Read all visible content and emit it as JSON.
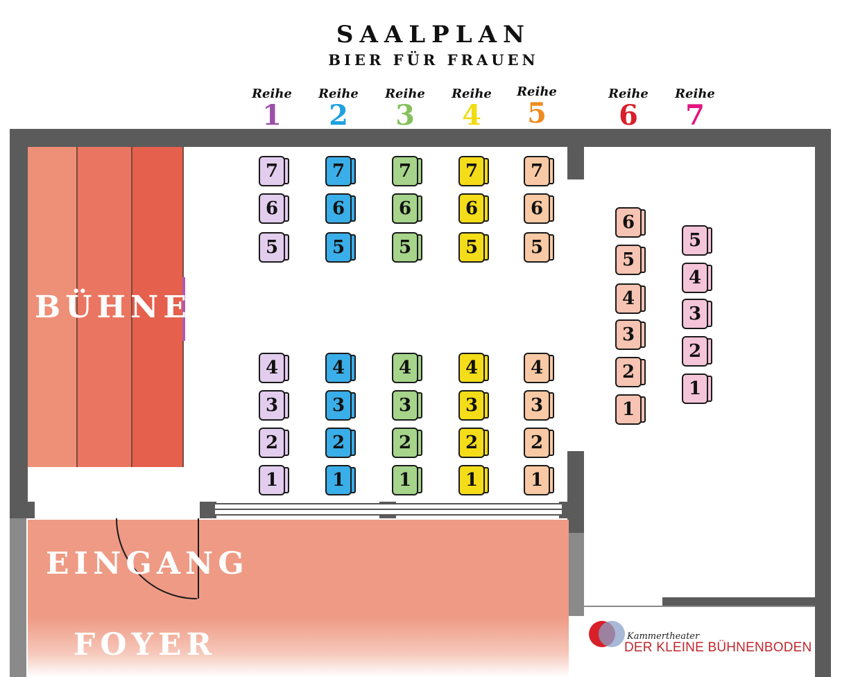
{
  "title": "SAALPLAN",
  "subtitle": "BIER FÜR FRAUEN",
  "row_word": "Reihe",
  "rows": [
    {
      "number": "1",
      "color": "#9b4fa8",
      "seat_fill": "#e3cdee",
      "seats": [
        "7",
        "6",
        "5",
        "4",
        "3",
        "2",
        "1"
      ]
    },
    {
      "number": "2",
      "color": "#1ea1e0",
      "seat_fill": "#3aaee8",
      "seats": [
        "7",
        "6",
        "5",
        "4",
        "3",
        "2",
        "1"
      ]
    },
    {
      "number": "3",
      "color": "#86c05e",
      "seat_fill": "#a6d48a",
      "seats": [
        "7",
        "6",
        "5",
        "4",
        "3",
        "2",
        "1"
      ]
    },
    {
      "number": "4",
      "color": "#f0dc12",
      "seat_fill": "#f4dc18",
      "seats": [
        "7",
        "6",
        "5",
        "4",
        "3",
        "2",
        "1"
      ]
    },
    {
      "number": "5",
      "color": "#f08a1e",
      "seat_fill": "#f8c9a4",
      "seats": [
        "7",
        "6",
        "5",
        "4",
        "3",
        "2",
        "1"
      ]
    },
    {
      "number": "6",
      "color": "#d8202a",
      "seat_fill": "#f7c3b2",
      "seats": [
        "6",
        "5",
        "4",
        "3",
        "2",
        "1"
      ]
    },
    {
      "number": "7",
      "color": "#e0157f",
      "seat_fill": "#f4c4d8",
      "seats": [
        "5",
        "4",
        "3",
        "2",
        "1"
      ]
    }
  ],
  "stage_label": "BÜHNE",
  "entrance_label": "EINGANG",
  "foyer_label": "FOYER",
  "logo": {
    "subtitle": "Kammertheater",
    "name": "DER KLEINE BÜHNENBODEN",
    "colors": [
      "#d8202a",
      "#8aa2c8"
    ]
  },
  "colors": {
    "wall": "#5b5b5b",
    "stage": [
      "#ee8f78",
      "#ea7560",
      "#e5604d"
    ],
    "foyer": "#ee9a84"
  }
}
